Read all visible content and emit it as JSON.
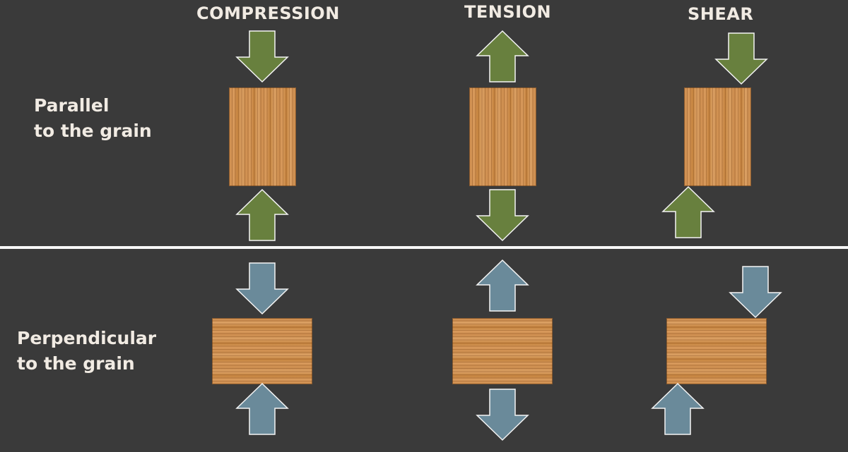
{
  "columns": {
    "compression": "COMPRESSION",
    "tension": "TENSION",
    "shear": "SHEAR"
  },
  "rows": {
    "parallel": {
      "line1": "Parallel",
      "line2": "to the grain"
    },
    "perpendicular": {
      "line1": "Perpendicular",
      "line2": "to the grain"
    }
  },
  "colors": {
    "background": "#3a3a3a",
    "parallel_arrows": "#68803e",
    "perpendicular_arrows": "#6a8a9a",
    "wood": "#d29350",
    "divider": "#f7f7f7",
    "text": "#f1ebe3"
  }
}
